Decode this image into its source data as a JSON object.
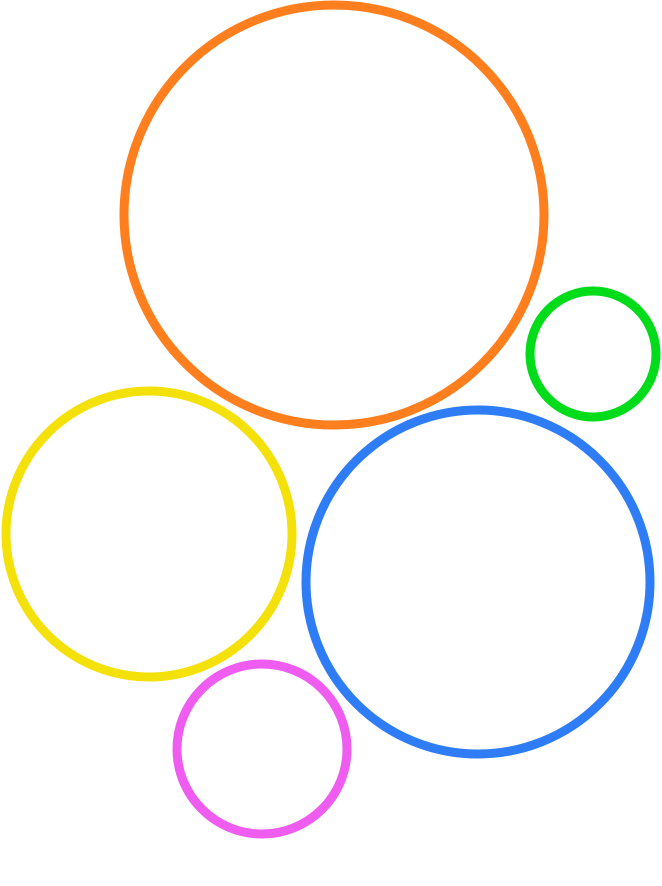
{
  "diagram": {
    "background": "#ffffff",
    "circles": [
      {
        "name": "orange-circle",
        "color": "#FF7F1E"
      },
      {
        "name": "green-circle",
        "color": "#00DC1A"
      },
      {
        "name": "yellow-circle",
        "color": "#F5E10A"
      },
      {
        "name": "blue-circle",
        "color": "#2F7DF6"
      },
      {
        "name": "magenta-circle",
        "color": "#EE5CF0"
      }
    ]
  }
}
